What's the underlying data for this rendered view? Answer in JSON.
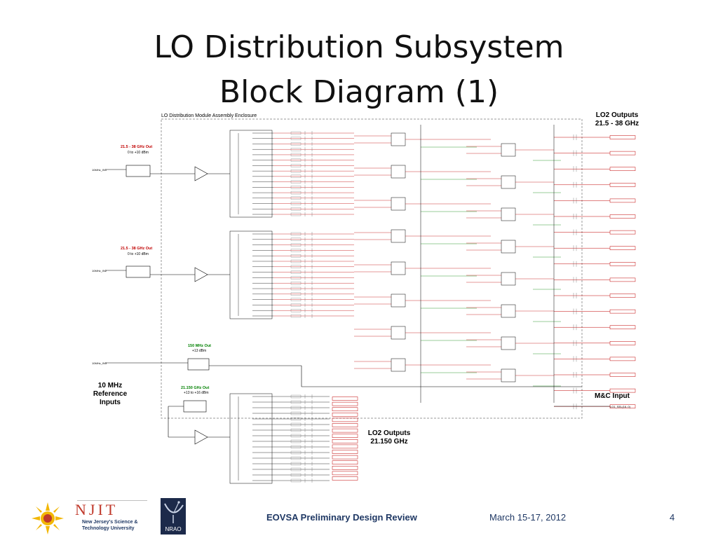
{
  "slide": {
    "title_line1": "LO Distribution Subsystem",
    "title_line2": "Block Diagram (1)"
  },
  "diagram": {
    "enclosure_label": "LO Distribution Module Assembly Enclosure",
    "lo2_outputs_line1": "LO2 Outputs",
    "lo2_outputs_line2": "21.5 - 38 GHz",
    "ref_inputs_line1": "10 MHz",
    "ref_inputs_line2": "Reference",
    "ref_inputs_line3": "Inputs",
    "mc_input": "M&C Input",
    "lo2_lower_line1": "LO2 Outputs",
    "lo2_lower_line2": "21.150 GHz",
    "synth_a_label": "21.5 - 38 GHz Out",
    "synth_a_power": "0 to +10 dBm",
    "synth_b_label": "21.5 - 38 GHz Out",
    "synth_b_power": "0 to +10 dBm",
    "mhz150_label": "150 MHz Out",
    "mhz150_power": "+13 dBm",
    "ghz21150_label": "21.150 GHz Out",
    "ghz21150_power": "+13 to +16 dBm",
    "ref_in_1": "10MHz_IN1",
    "ref_in_2": "10MHz_IN2",
    "ref_in_3": "10MHz_IN3",
    "mc_port": "LO1_SEL(16..0)"
  },
  "footer": {
    "njit_name": "NJIT",
    "njit_sub1": "New Jersey's Science &",
    "njit_sub2": "Technology University",
    "nrao": "NRAO",
    "center": "EOVSA Preliminary Design Review",
    "date": "March 15-17, 2012",
    "page": "4"
  },
  "colors": {
    "footer_text": "#1f3864",
    "red_wire": "#c00000",
    "green_label": "#008000",
    "ant_label": "#000000"
  }
}
